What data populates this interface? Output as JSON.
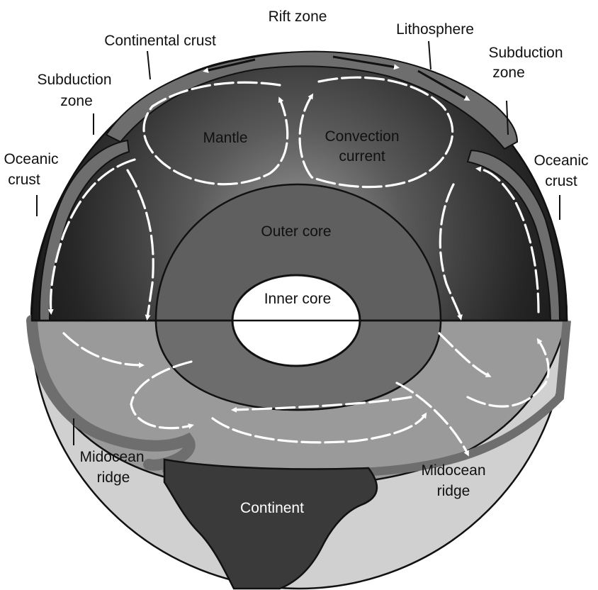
{
  "diagram": {
    "labels": {
      "rift_zone": "Rift zone",
      "continental_crust": "Continental crust",
      "lithosphere": "Lithosphere",
      "subduction_zone_left_1": "Subduction",
      "subduction_zone_left_2": "zone",
      "subduction_zone_right_1": "Subduction",
      "subduction_zone_right_2": "zone",
      "oceanic_crust_left_1": "Oceanic",
      "oceanic_crust_left_2": "crust",
      "oceanic_crust_right_1": "Oceanic",
      "oceanic_crust_right_2": "crust",
      "mantle": "Mantle",
      "convection_current_1": "Convection",
      "convection_current_2": "current",
      "outer_core": "Outer core",
      "inner_core": "Inner core",
      "midocean_ridge_left_1": "Midocean",
      "midocean_ridge_left_2": "ridge",
      "midocean_ridge_right_1": "Midocean",
      "midocean_ridge_right_2": "ridge",
      "continent": "Continent"
    },
    "colors": {
      "mantle_dark": "#1f1f1f",
      "mantle_light": "#8a8a8a",
      "outer_core": "#5f5f5f",
      "inner_core": "#ffffff",
      "crust": "#6e6e6e",
      "lower_hemisphere": "#9a9a9a",
      "surface": "#d0d0d0",
      "continent": "#3a3a3a",
      "outline": "#111111"
    }
  }
}
